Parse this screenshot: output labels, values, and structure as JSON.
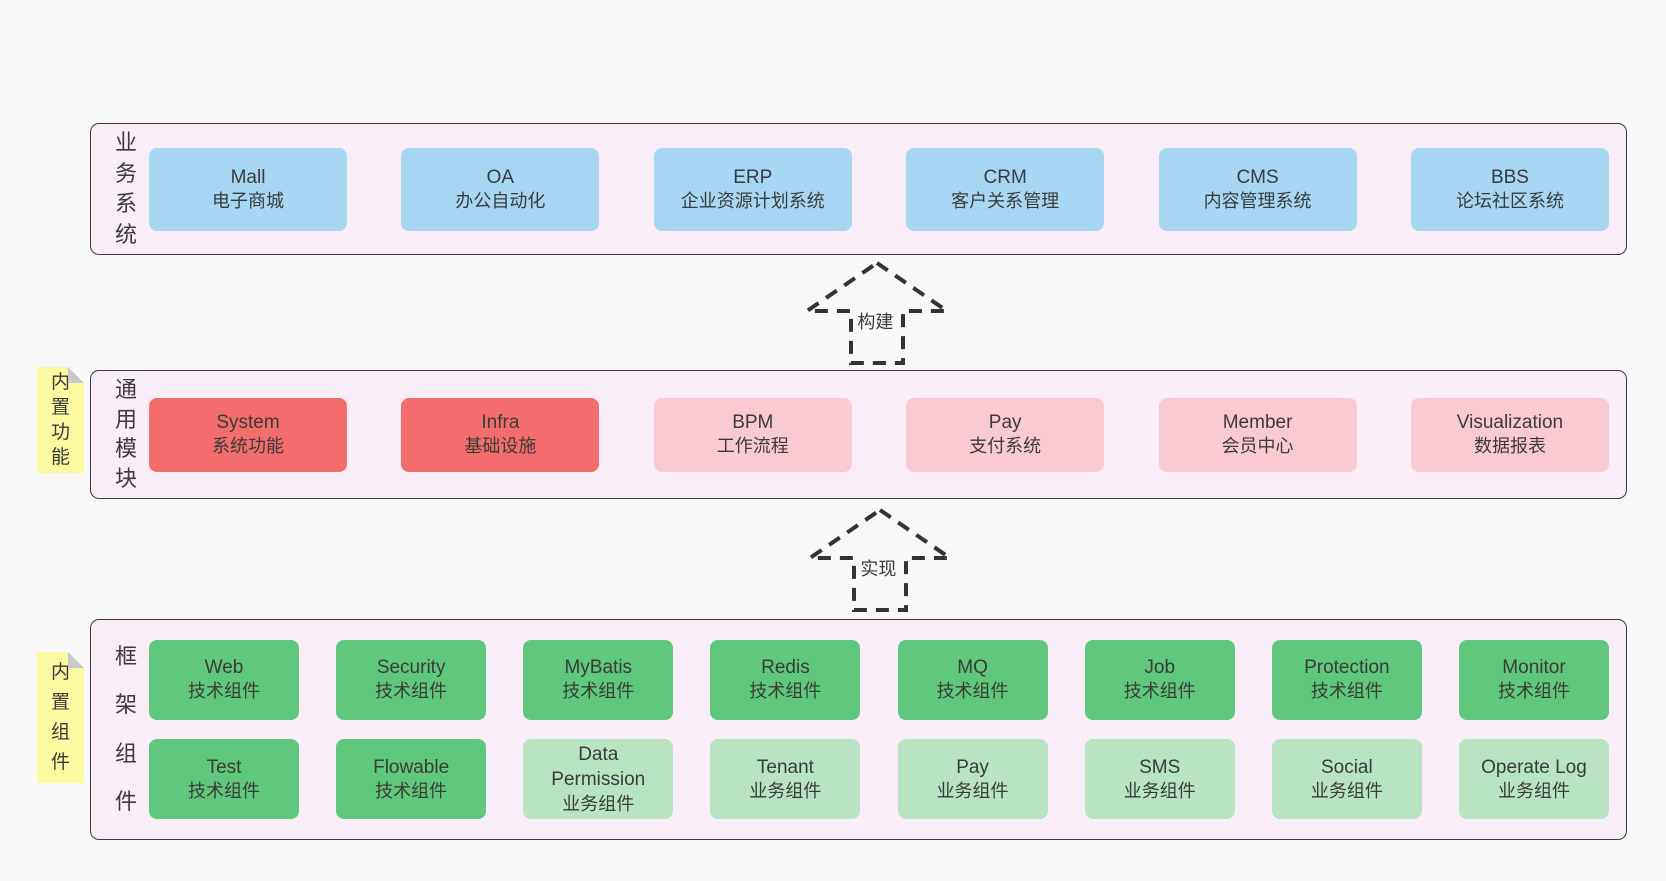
{
  "colors": {
    "page_bg": "#f8f8f8",
    "band_bg": "#f9edf7",
    "band_border": "#3a3a3a",
    "text": "#3b3b3b",
    "arrow": "#333333",
    "blue": "#a7d7f3",
    "red": "#f36d6d",
    "pink": "#facad3",
    "green_dark": "#60c87c",
    "green_light": "#b8e4c3",
    "sticky_yellow": "#fcf9a0",
    "sticky_fold": "#c9c9c9"
  },
  "bands": [
    {
      "key": "business-systems",
      "label": "业务系统",
      "rows": [
        [
          {
            "title": "Mall",
            "subtitle": "电子商城",
            "variant": "blue"
          },
          {
            "title": "OA",
            "subtitle": "办公自动化",
            "variant": "blue"
          },
          {
            "title": "ERP",
            "subtitle": "企业资源计划系统",
            "variant": "blue"
          },
          {
            "title": "CRM",
            "subtitle": "客户关系管理",
            "variant": "blue"
          },
          {
            "title": "CMS",
            "subtitle": "内容管理系统",
            "variant": "blue"
          },
          {
            "title": "BBS",
            "subtitle": "论坛社区系统",
            "variant": "blue"
          }
        ]
      ]
    },
    {
      "key": "common-modules",
      "label": "通用模块",
      "sticky": "内置功能",
      "rows": [
        [
          {
            "title": "System",
            "subtitle": "系统功能",
            "variant": "red"
          },
          {
            "title": "Infra",
            "subtitle": "基础设施",
            "variant": "red"
          },
          {
            "title": "BPM",
            "subtitle": "工作流程",
            "variant": "pink"
          },
          {
            "title": "Pay",
            "subtitle": "支付系统",
            "variant": "pink"
          },
          {
            "title": "Member",
            "subtitle": "会员中心",
            "variant": "pink"
          },
          {
            "title": "Visualization",
            "subtitle": "数据报表",
            "variant": "pink"
          }
        ]
      ]
    },
    {
      "key": "framework-components",
      "label": "框架组件",
      "sticky": "内置组件",
      "rows": [
        [
          {
            "title": "Web",
            "subtitle": "技术组件",
            "variant": "green_dark"
          },
          {
            "title": "Security",
            "subtitle": "技术组件",
            "variant": "green_dark"
          },
          {
            "title": "MyBatis",
            "subtitle": "技术组件",
            "variant": "green_dark"
          },
          {
            "title": "Redis",
            "subtitle": "技术组件",
            "variant": "green_dark"
          },
          {
            "title": "MQ",
            "subtitle": "技术组件",
            "variant": "green_dark"
          },
          {
            "title": "Job",
            "subtitle": "技术组件",
            "variant": "green_dark"
          },
          {
            "title": "Protection",
            "subtitle": "技术组件",
            "variant": "green_dark"
          },
          {
            "title": "Monitor",
            "subtitle": "技术组件",
            "variant": "green_dark"
          }
        ],
        [
          {
            "title": "Test",
            "subtitle": "技术组件",
            "variant": "green_dark"
          },
          {
            "title": "Flowable",
            "subtitle": "技术组件",
            "variant": "green_dark"
          },
          {
            "title": "Data Permission",
            "subtitle": "业务组件",
            "variant": "green_light"
          },
          {
            "title": "Tenant",
            "subtitle": "业务组件",
            "variant": "green_light"
          },
          {
            "title": "Pay",
            "subtitle": "业务组件",
            "variant": "green_light"
          },
          {
            "title": "SMS",
            "subtitle": "业务组件",
            "variant": "green_light"
          },
          {
            "title": "Social",
            "subtitle": "业务组件",
            "variant": "green_light"
          },
          {
            "title": "Operate Log",
            "subtitle": "业务组件",
            "variant": "green_light"
          }
        ]
      ]
    }
  ],
  "arrows": [
    {
      "label": "构建"
    },
    {
      "label": "实现"
    }
  ]
}
